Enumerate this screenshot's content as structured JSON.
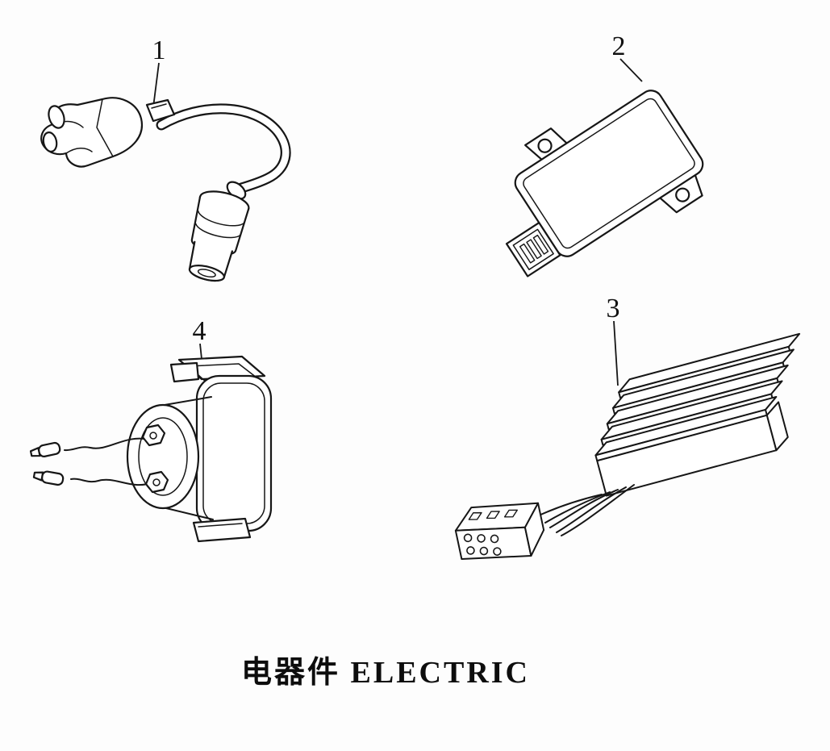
{
  "title": "电器件 ELECTRIC",
  "colors": {
    "background": "#fdfdfd",
    "line": "#161616"
  },
  "parts": [
    {
      "number": "1",
      "drawing": "spark-plug-cap-and-lead"
    },
    {
      "number": "2",
      "drawing": "cdi-unit"
    },
    {
      "number": "3",
      "drawing": "regulator-rectifier-with-connector"
    },
    {
      "number": "4",
      "drawing": "ignition-coil-with-wires"
    }
  ]
}
